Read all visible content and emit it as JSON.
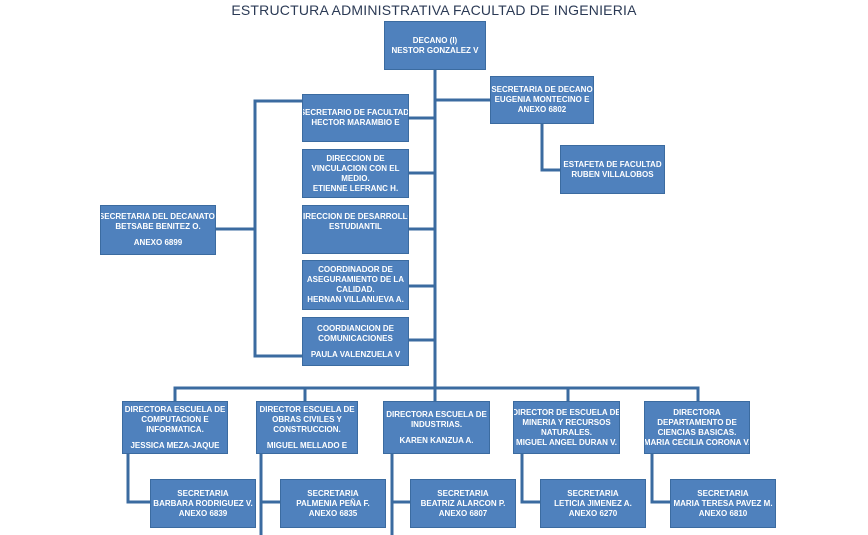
{
  "title": "ESTRUCTURA ADMINISTRATIVA FACULTAD DE INGENIERIA",
  "colors": {
    "box_fill": "#4f81bd",
    "line": "#3b6ba0",
    "title": "#2b3a55"
  },
  "dean": {
    "line1": "DECANO (I)",
    "line2": "NESTOR GONZALEZ V"
  },
  "dean_secretary": {
    "line1": "SECRETARIA DE DECANO",
    "line2": "EUGENIA MONTECINO E",
    "line3": "ANEXO 6802"
  },
  "courier": {
    "line1": "ESTAFETA DE FACULTAD",
    "line2": "RUBEN VILLALOBOS"
  },
  "deanery_secretary": {
    "line1": "SECRETARIA DEL DECANATO.",
    "line2": "BETSABE BENITEZ O.",
    "line3": "ANEXO 6899"
  },
  "staff": [
    {
      "lines": [
        "SECRETARIO DE FACULTAD.",
        "HECTOR MARAMBIO E"
      ]
    },
    {
      "lines": [
        "DIRECCION DE",
        "VINCULACION CON EL",
        "MEDIO."
      ],
      "name": "ETIENNE LEFRANC H."
    },
    {
      "lines": [
        "DIRECCION DE DESARROLLO",
        "ESTUDIANTIL"
      ]
    },
    {
      "lines": [
        "COORDINADOR DE",
        "ASEGURAMIENTO DE LA",
        "CALIDAD."
      ],
      "name": "HERNAN VILLANUEVA  A."
    },
    {
      "lines": [
        "COORDIANCION DE",
        "COMUNICACIONES"
      ],
      "name": "PAULA VALENZUELA V"
    }
  ],
  "schools": [
    {
      "lines": [
        "DIRECTORA ESCUELA DE",
        "COMPUTACION E",
        "INFORMATICA."
      ],
      "name": "JESSICA MEZA-JAQUE",
      "secretary": [
        "SECRETARIA",
        "BARBARA RODRIGUEZ  V.",
        "ANEXO 6839"
      ]
    },
    {
      "lines": [
        "DIRECTOR ESCUELA DE",
        "OBRAS CIVILES Y",
        "CONSTRUCCION."
      ],
      "name": "MIGUEL MELLADO E",
      "secretary": [
        "SECRETARIA",
        "PALMENIA PEÑA F.",
        "ANEXO 6835"
      ]
    },
    {
      "lines": [
        "DIRECTORA ESCUELA DE",
        "INDUSTRIAS."
      ],
      "name": "KAREN KANZUA A.",
      "secretary": [
        "SECRETARIA",
        "BEATRIZ ALARCON P.",
        "ANEXO 6807"
      ]
    },
    {
      "lines": [
        "DIRECTOR DE ESCUELA DE",
        "MINERIA Y RECURSOS",
        "NATURALES."
      ],
      "name": "MIGUEL ANGEL DURAN V.",
      "secretary": [
        "SECRETARIA",
        "LETICIA JIMENEZ A.",
        "ANEXO 6270"
      ]
    },
    {
      "lines": [
        "DIRECTORA",
        "DEPARTAMENTO DE",
        "CIENCIAS BASICAS."
      ],
      "name": "MARIA CECILIA CORONA V.",
      "secretary": [
        "SECRETARIA",
        "MARIA TERESA PAVEZ M.",
        "ANEXO 6810"
      ]
    }
  ]
}
